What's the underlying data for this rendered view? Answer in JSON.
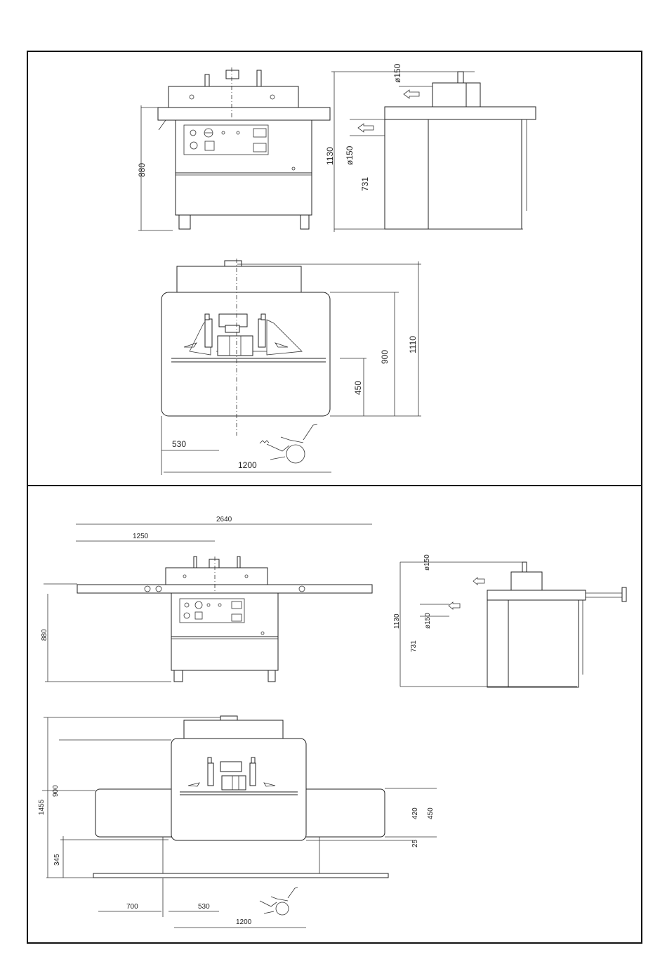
{
  "colors": {
    "ink": "#222222",
    "paper": "#ffffff"
  },
  "dims": {
    "top": {
      "h880": "880",
      "d150a": "ø150",
      "h1130": "1130",
      "d150b": "ø150",
      "h731": "731",
      "w900": "900",
      "h1110": "1110",
      "h450": "450",
      "w530": "530",
      "w1200": "1200"
    },
    "bottom": {
      "w2640": "2640",
      "w1250": "1250",
      "h880": "880",
      "d150a": "ø150",
      "h1130": "1130",
      "d150b": "ø150",
      "h731": "731",
      "h1455": "1455",
      "h900": "900",
      "h420": "420",
      "h450": "450",
      "h25": "25",
      "h345": "345",
      "w700": "700",
      "w530": "530",
      "w1200": "1200"
    }
  }
}
